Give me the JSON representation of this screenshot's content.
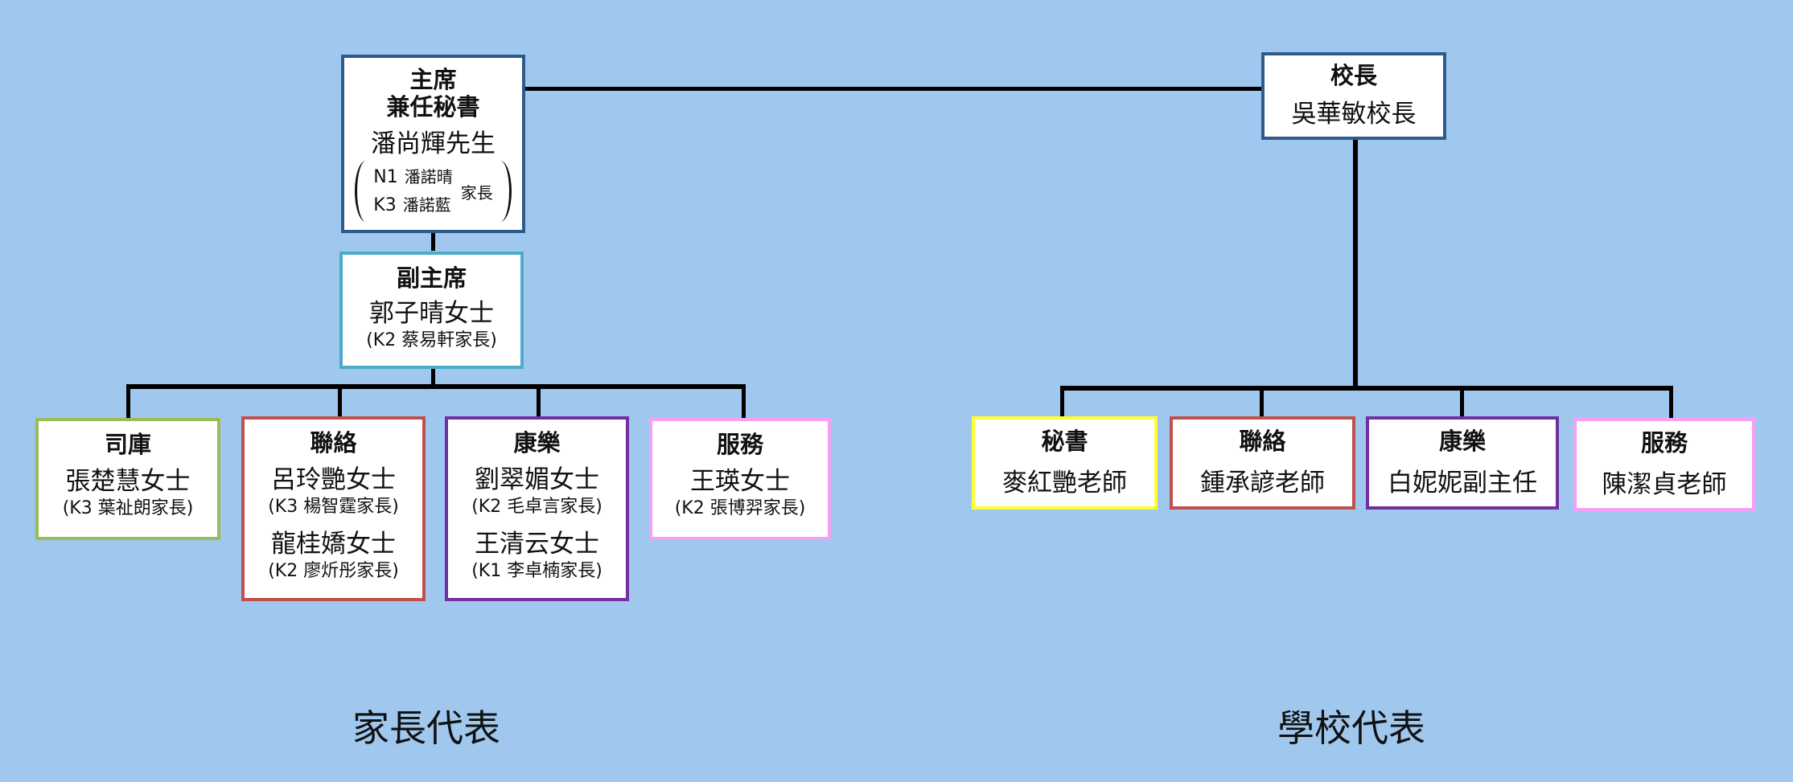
{
  "chart_title": "Organization Chart",
  "parent_side": {
    "label": "家長代表",
    "chairman": {
      "title_line1": "主席",
      "title_line2": "兼任秘書",
      "name": "潘尚輝先生",
      "children_list": [
        {
          "grade": "N1",
          "child": "潘諾晴"
        },
        {
          "grade": "K3",
          "child": "潘諾藍"
        }
      ],
      "relation": "家長",
      "open_paren": "(",
      "close_paren": ")",
      "border_color": "#2f5a8c"
    },
    "vice_chairman": {
      "title": "副主席",
      "name": "郭子晴女士",
      "note": "(K2 蔡易軒家長)",
      "border_color": "#4bacc6"
    },
    "departments": [
      {
        "title": "司庫",
        "border_color": "#9bbb59",
        "members": [
          {
            "name": "張楚慧女士",
            "note": "(K3 葉祉朗家長)"
          }
        ]
      },
      {
        "title": "聯絡",
        "border_color": "#c0504d",
        "members": [
          {
            "name": "呂玲艷女士",
            "note": "(K3 楊智霆家長)"
          },
          {
            "name": "龍桂嬌女士",
            "note": "(K2 廖炘彤家長)"
          }
        ]
      },
      {
        "title": "康樂",
        "border_color": "#7030a0",
        "members": [
          {
            "name": "劉翠媚女士",
            "note": "(K2 毛卓言家長)"
          },
          {
            "name": "王清云女士",
            "note": "(K1 李卓楠家長)"
          }
        ]
      },
      {
        "title": "服務",
        "border_color": "#f4a0f4",
        "members": [
          {
            "name": "王瑛女士",
            "note": "(K2 張博羿家長)"
          }
        ]
      }
    ]
  },
  "school_side": {
    "label": "學校代表",
    "principal": {
      "title": "校長",
      "name": "吳華敏校長",
      "border_color": "#2f5a8c"
    },
    "departments": [
      {
        "title": "秘書",
        "name": "麥紅艷老師",
        "border_color": "#ffff33"
      },
      {
        "title": "聯絡",
        "name": "鍾承諺老師",
        "border_color": "#c0504d"
      },
      {
        "title": "康樂",
        "name": "白妮妮副主任",
        "border_color": "#7030a0"
      },
      {
        "title": "服務",
        "name": "陳潔貞老師",
        "border_color": "#f4a0f4"
      }
    ]
  }
}
